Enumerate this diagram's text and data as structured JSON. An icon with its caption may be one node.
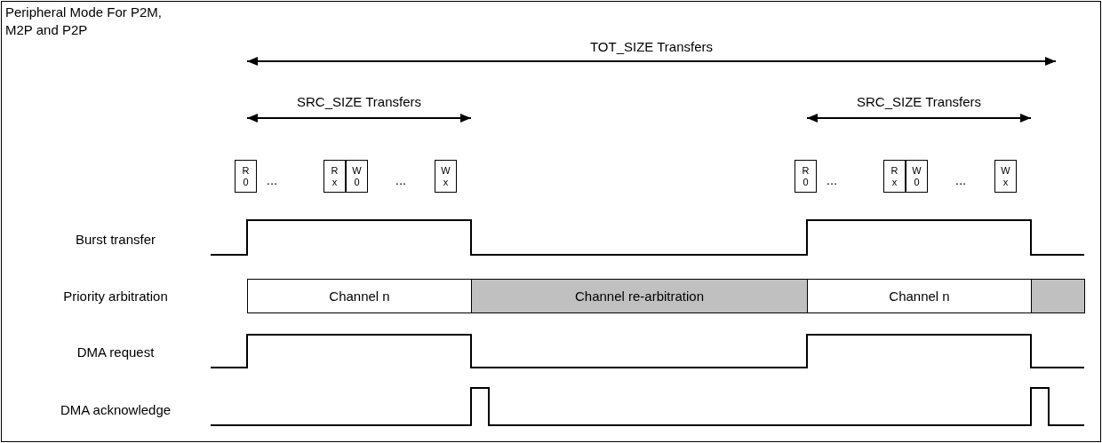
{
  "diagram": {
    "title": "Peripheral Mode For P2M, M2P and P2P",
    "nodes": [
      {
        "text": [
          "R 0"
        ]
      },
      {
        "text": [
          "R x"
        ]
      },
      {
        "text": [
          "W 0"
        ]
      },
      {
        "text": [
          "W x"
        ]
      },
      {
        "text": [
          "R 0"
        ]
      },
      {
        "text": [
          "R x"
        ]
      },
      {
        "text": [
          "W 0"
        ]
      },
      {
        "text": [
          "W x"
        ]
      },
      {
        "text": [
          "Channel n"
        ]
      },
      {
        "text": [
          "Channel re-arbitration"
        ]
      },
      {
        "text": [
          "Channel n"
        ]
      },
      {
        "text": [],
        "shape": "box"
      }
    ],
    "edges": [],
    "labels": [
      "TOT_SIZE Transfers",
      "SRC_SIZE Transfers",
      "SRC_SIZE Transfers",
      "...",
      "...",
      "...",
      "...",
      "Burst transfer",
      "Priority arbitration",
      "DMA request",
      "DMA acknowledge"
    ]
  }
}
